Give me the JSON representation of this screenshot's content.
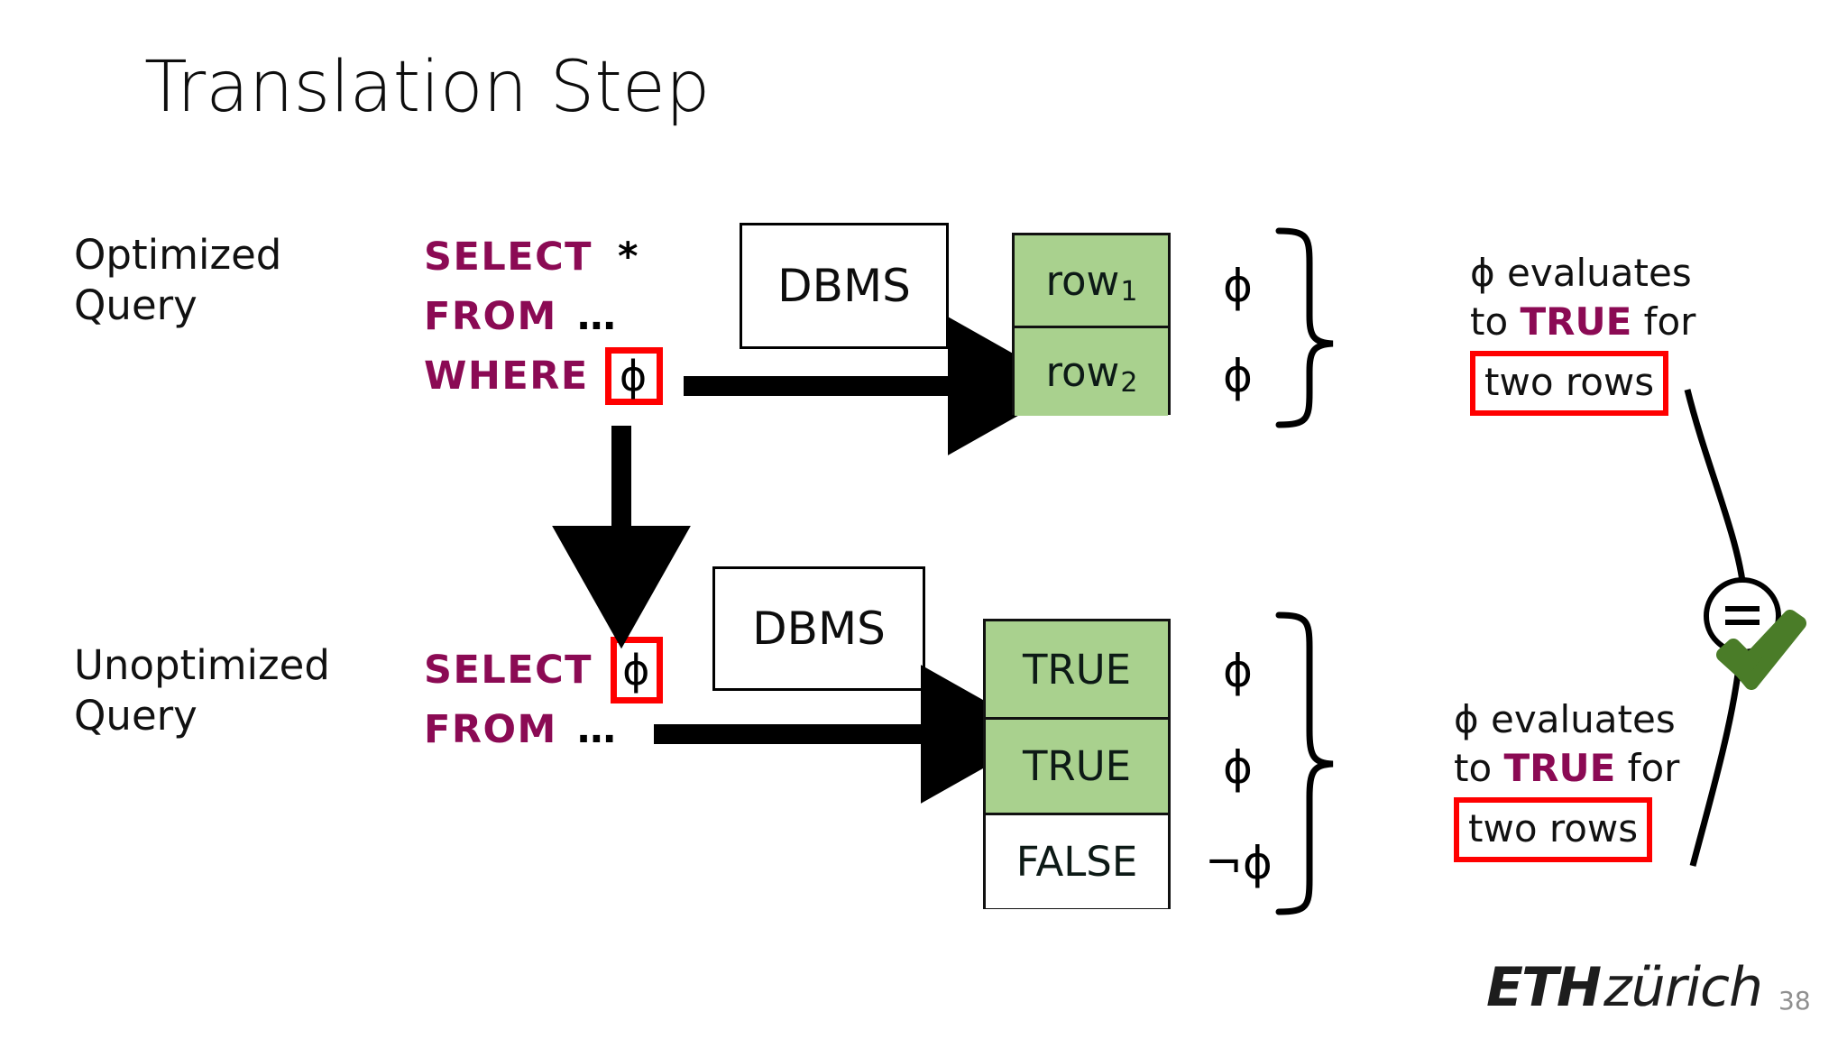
{
  "slide": {
    "title": "Translation Step",
    "page_number": "38"
  },
  "labels": {
    "optimized": "Optimized\nQuery",
    "unoptimized": "Unoptimized\nQuery"
  },
  "optimized_query": {
    "line1_keyword": "SELECT",
    "line1_projection": "*",
    "line2_keyword": "FROM",
    "line2_tables": "…",
    "line3_keyword": "WHERE",
    "line3_predicate": "ϕ"
  },
  "unoptimized_query": {
    "line1_keyword": "SELECT",
    "line1_projection": "ϕ",
    "line2_keyword": "FROM",
    "line2_tables": "…"
  },
  "engine": {
    "top_label": "DBMS",
    "bottom_label": "DBMS"
  },
  "result_top": {
    "rows": [
      {
        "base": "row",
        "subscript": "1",
        "predicate": "ϕ"
      },
      {
        "base": "row",
        "subscript": "2",
        "predicate": "ϕ"
      }
    ]
  },
  "result_bottom": {
    "rows": [
      {
        "value": "TRUE",
        "predicate": "ϕ",
        "highlighted": true
      },
      {
        "value": "TRUE",
        "predicate": "ϕ",
        "highlighted": true
      },
      {
        "value": "FALSE",
        "predicate": "¬ϕ",
        "highlighted": false
      }
    ]
  },
  "explanation_top": {
    "line1": "ϕ evaluates",
    "line2_pre": "to ",
    "line2_true": "TRUE",
    "line2_post": " for",
    "line3_boxed": "two rows"
  },
  "explanation_bottom": {
    "line1": "ϕ evaluates",
    "line2_pre": "to ",
    "line2_true": "TRUE",
    "line2_post": " for",
    "line3_boxed": "two rows"
  },
  "comparison": {
    "operator": "=",
    "verdict_icon": "green-check"
  },
  "branding": {
    "mark": "ETH",
    "city": "zürich"
  },
  "colors": {
    "sql_keyword": "#8B0A54",
    "highlight_box_border": "#FF0000",
    "row_green": "#A9D18E",
    "check_green": "#4A7C28",
    "title_text": "#0D0D0D",
    "page_number_text": "#8F8F8F"
  },
  "icons": {
    "down_arrow": "arrow-down-icon",
    "right_arrow_top": "arrow-right-icon",
    "right_arrow_bottom": "arrow-right-icon",
    "brace_top": "curly-brace-right-icon",
    "brace_bottom": "curly-brace-right-icon",
    "equals_circle": "equals-circle-icon",
    "check": "check-icon"
  }
}
